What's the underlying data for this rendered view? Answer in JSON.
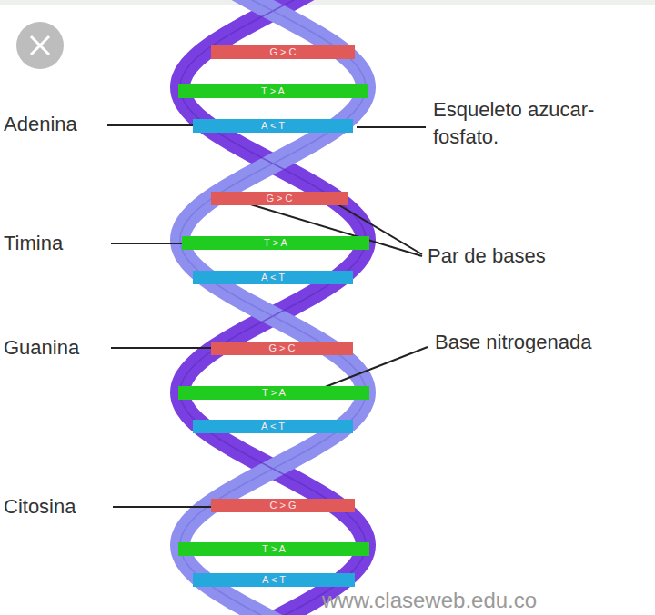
{
  "diagram": {
    "nodes": [
      {
        "text": [
          "G > C"
        ]
      },
      {
        "text": [
          "T > A"
        ]
      },
      {
        "text": [
          "A < T"
        ]
      },
      {
        "text": [
          "G > C"
        ]
      },
      {
        "text": [
          "T > A"
        ]
      },
      {
        "text": [
          "A < T"
        ]
      },
      {
        "text": [
          "G > C"
        ]
      },
      {
        "text": [
          "T > A"
        ]
      },
      {
        "text": [
          "A < T"
        ]
      },
      {
        "text": [
          "C > G"
        ]
      },
      {
        "text": [
          "T > A"
        ]
      },
      {
        "text": [
          "A < T"
        ]
      }
    ],
    "labels": [
      "Adenina",
      "Esqueleto azucar- fosfato.",
      "Timina",
      "Par de bases",
      "Guanina",
      "Base nitrogenada",
      "Citosina",
      "www.claseweb.edu.co"
    ]
  }
}
